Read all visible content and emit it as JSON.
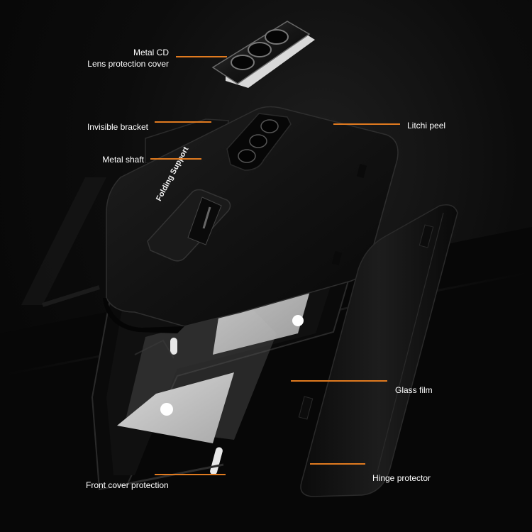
{
  "labels": {
    "metal_cd_line1": "Metal CD",
    "metal_cd_line2": "Lens protection cover",
    "invisible_bracket": "Invisible bracket",
    "metal_shaft": "Metal shaft",
    "litchi_peel": "Litchi peel",
    "glass_film": "Glass film",
    "hinge_protector": "Hinge protector",
    "front_cover_protection": "Front cover protection"
  },
  "product_text": "Folding Support",
  "colors": {
    "background": "#0a0a0a",
    "accent_line": "#e07a1f",
    "label_text": "#ffffff",
    "case_body": "#121212"
  }
}
